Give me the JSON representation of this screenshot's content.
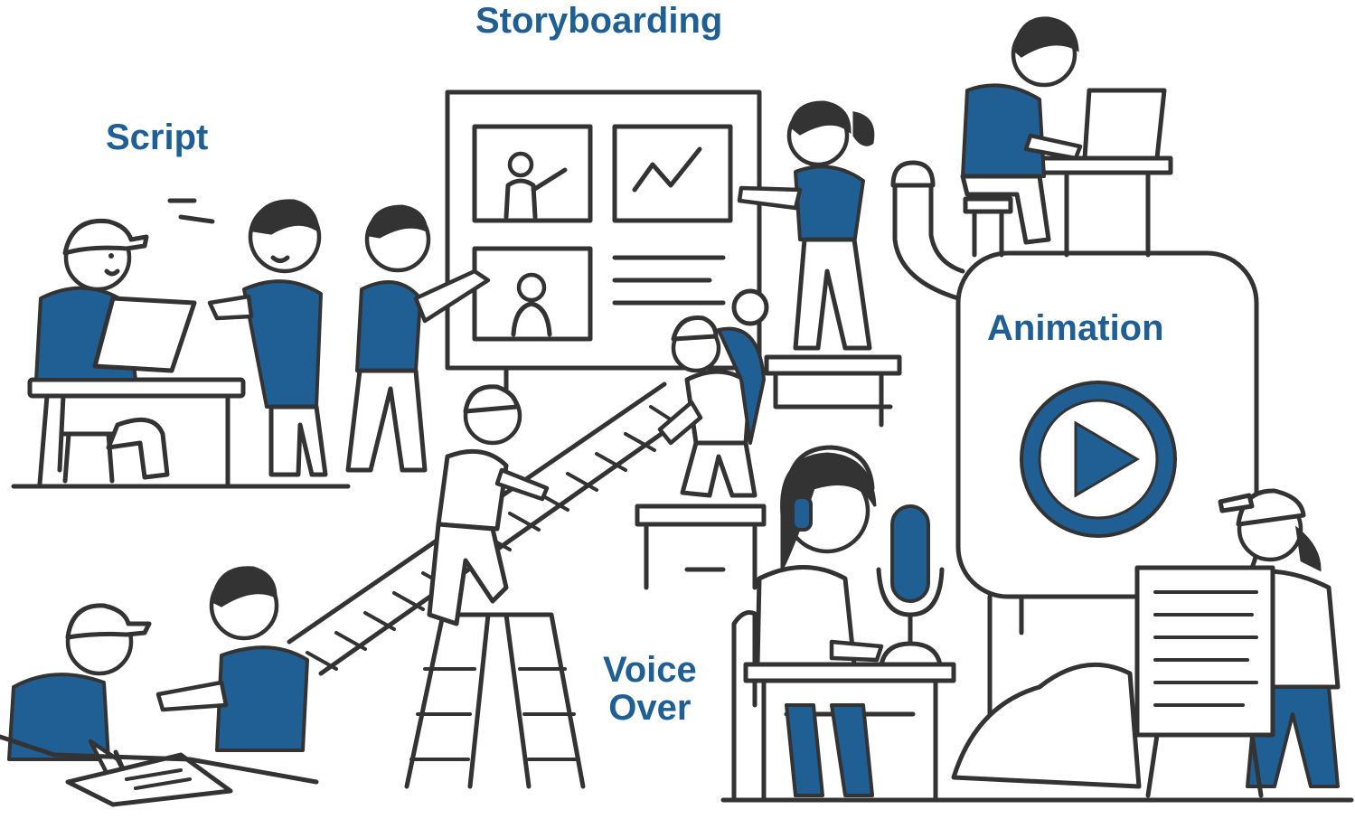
{
  "labels": {
    "storyboarding": "Storyboarding",
    "script": "Script",
    "animation": "Animation",
    "voice_over_line1": "Voice",
    "voice_over_line2": "Over"
  },
  "colors": {
    "accent": "#1f5f94",
    "ink": "#333333",
    "background": "#ffffff"
  },
  "icons": [
    "play-icon",
    "microphone-icon",
    "headphones-icon",
    "laptop-icon",
    "line-chart-icon"
  ]
}
